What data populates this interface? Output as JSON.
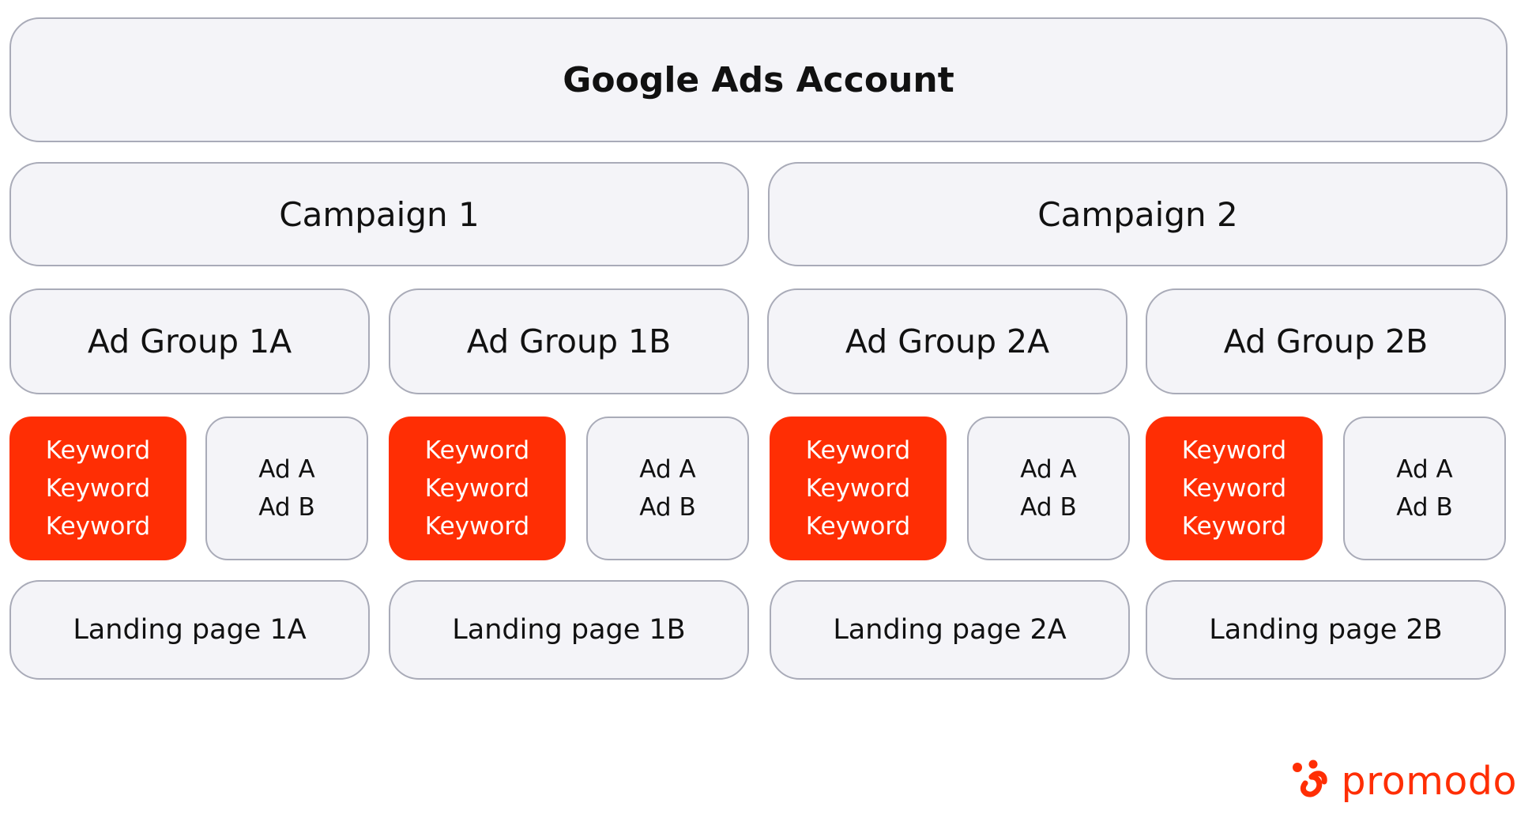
{
  "account": "Google Ads Account",
  "campaigns": [
    "Campaign 1",
    "Campaign 2"
  ],
  "ad_groups": [
    "Ad Group 1A",
    "Ad Group 1B",
    "Ad Group 2A",
    "Ad Group 2B"
  ],
  "keywords": [
    [
      "Keyword",
      "Keyword",
      "Keyword"
    ],
    [
      "Keyword",
      "Keyword",
      "Keyword"
    ],
    [
      "Keyword",
      "Keyword",
      "Keyword"
    ],
    [
      "Keyword",
      "Keyword",
      "Keyword"
    ]
  ],
  "ads": [
    [
      "Ad A",
      "Ad B"
    ],
    [
      "Ad A",
      "Ad B"
    ],
    [
      "Ad A",
      "Ad B"
    ],
    [
      "Ad A",
      "Ad B"
    ]
  ],
  "landing_pages": [
    "Landing page 1A",
    "Landing page 1B",
    "Landing page 2A",
    "Landing page 2B"
  ],
  "logo": {
    "text": "promodo",
    "icon": "promodo-logo-icon"
  },
  "colors": {
    "accent": "#ff2e04",
    "box_fill": "#f4f4f8",
    "box_border": "#a9abb8"
  }
}
